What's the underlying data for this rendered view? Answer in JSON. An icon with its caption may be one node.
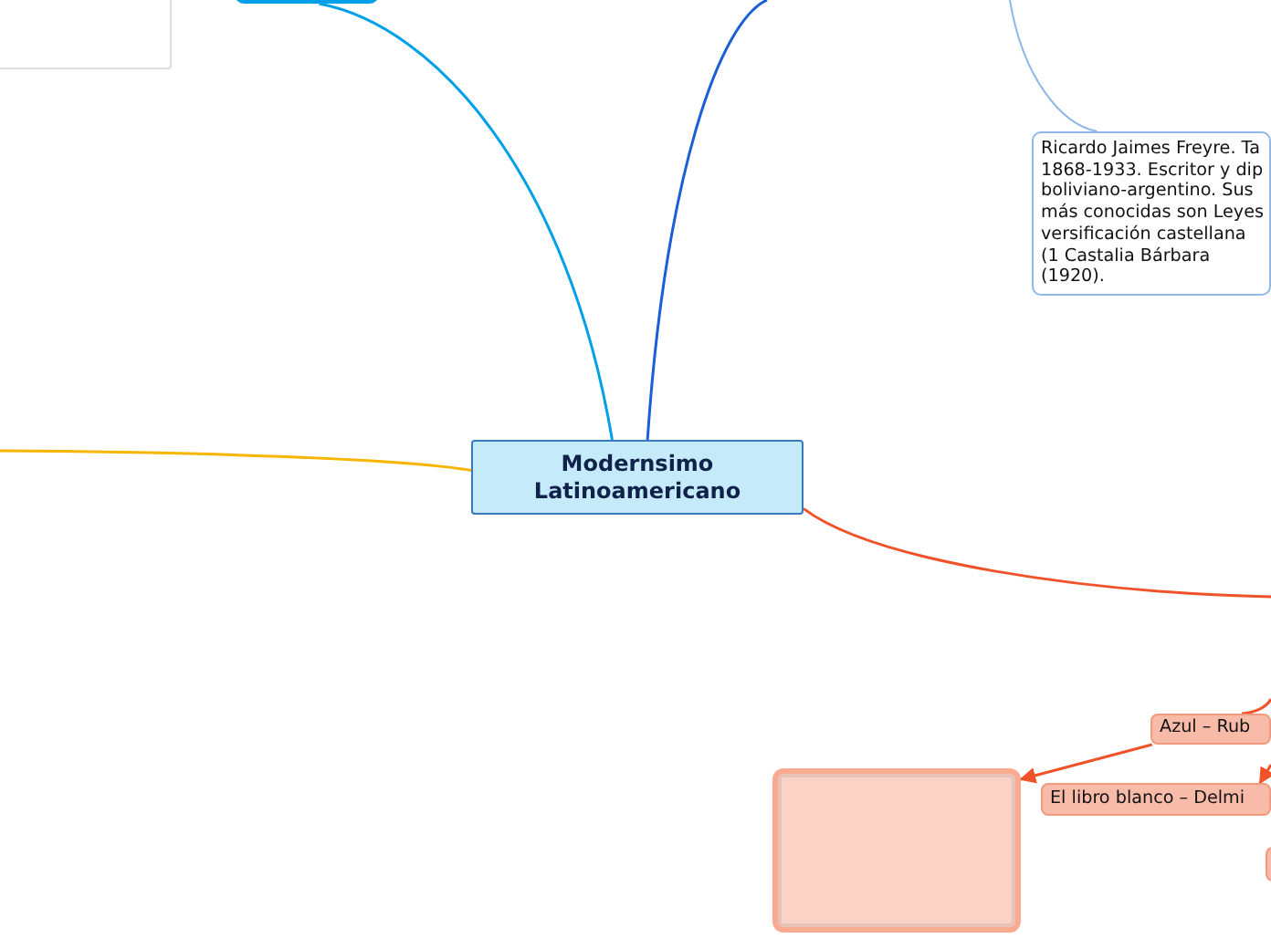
{
  "diagram": {
    "nodes": [
      {
        "text": [
          "Modernsimo Latinoamericano"
        ]
      },
      {
        "text": [],
        "shape": "box"
      },
      {
        "text": [],
        "shape": "box"
      },
      {
        "text": [
          "Ricardo Jaimes Freyre. Ta 1868-1933. Escritor y dip boliviano-argentino. Sus más conocidas son Leyes versificación castellana (1 Castalia Bárbara (1920)."
        ]
      },
      {
        "text": [
          "Azul – Rub"
        ]
      },
      {
        "text": [
          "El libro blanco – Delmi"
        ]
      },
      {
        "text": [],
        "shape": "box"
      },
      {
        "text": [],
        "shape": "box"
      }
    ],
    "edges": [
      {
        "from": 0,
        "to": 2,
        "arrow": "none",
        "color": "#00a0e8"
      },
      {
        "from": 0,
        "to": null,
        "arrow": "none",
        "color": "#1a5fd6"
      },
      {
        "from": null,
        "to": 3,
        "arrow": "none",
        "color": "#8fb8e8"
      },
      {
        "from": 0,
        "to": null,
        "arrow": "none",
        "color": "#f7b500"
      },
      {
        "from": 0,
        "to": null,
        "arrow": "none",
        "color": "#f0532a"
      },
      {
        "from": 4,
        "to": 6,
        "arrow": "to",
        "color": "#f0532a"
      },
      {
        "from": null,
        "to": 5,
        "arrow": "to",
        "color": "#f0532a"
      },
      {
        "from": null,
        "to": 4,
        "arrow": "none",
        "color": "#f0532a"
      }
    ]
  }
}
